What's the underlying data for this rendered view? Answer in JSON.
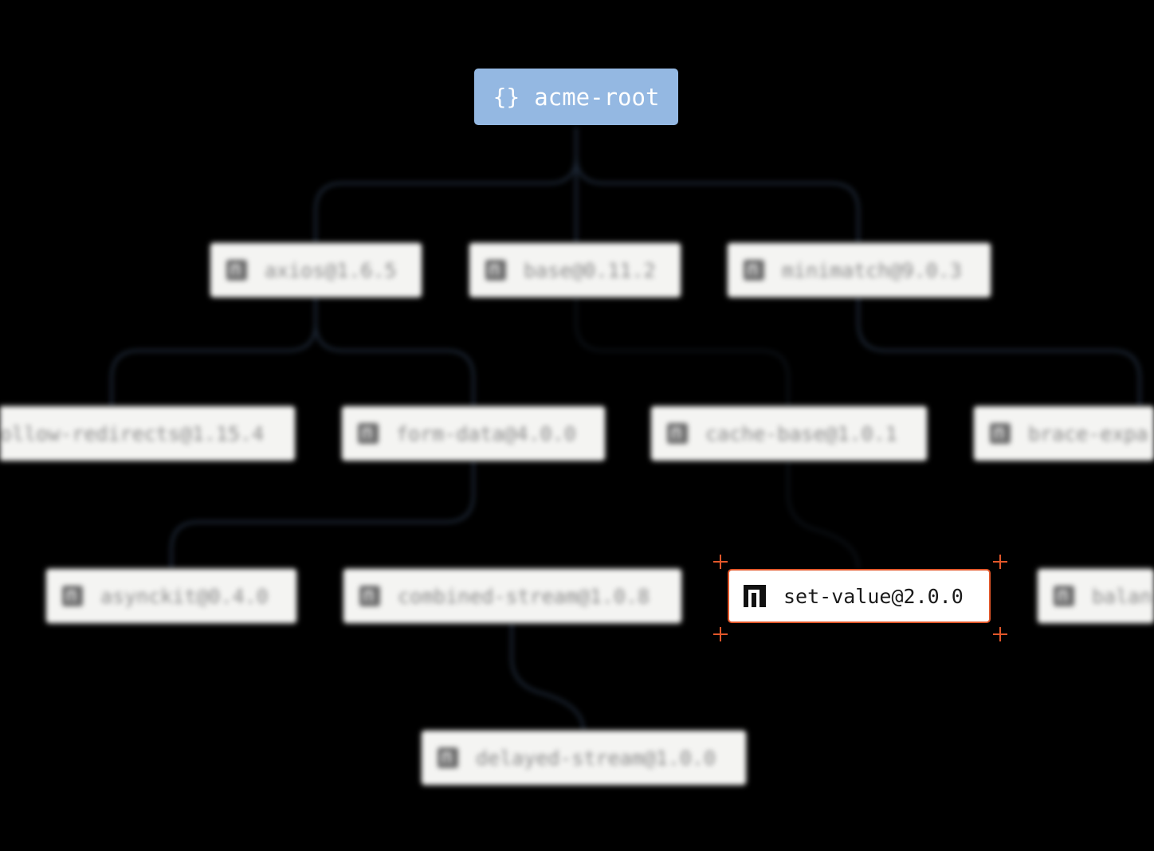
{
  "root": {
    "icon": "braces-icon",
    "label": "acme-root",
    "color": "#94b8e2"
  },
  "nodes": [
    {
      "id": "axios",
      "label": "axios@1.6.5"
    },
    {
      "id": "base",
      "label": "base@0.11.2"
    },
    {
      "id": "minimatch",
      "label": "minimatch@9.0.3"
    },
    {
      "id": "follow-redirects",
      "label": "ollow-redirects@1.15.4"
    },
    {
      "id": "form-data",
      "label": "form-data@4.0.0"
    },
    {
      "id": "cache-base",
      "label": "cache-base@1.0.1"
    },
    {
      "id": "brace-expansion",
      "label": "brace-expa"
    },
    {
      "id": "asynckit",
      "label": "asynckit@0.4.0"
    },
    {
      "id": "combined-stream",
      "label": "combined-stream@1.0.8"
    },
    {
      "id": "balanced-match",
      "label": "balan"
    },
    {
      "id": "delayed-stream",
      "label": "delayed-stream@1.0.0"
    }
  ],
  "focus": {
    "icon": "npm-icon",
    "label": "set-value@2.0.0",
    "highlight_color": "#e2572a"
  }
}
